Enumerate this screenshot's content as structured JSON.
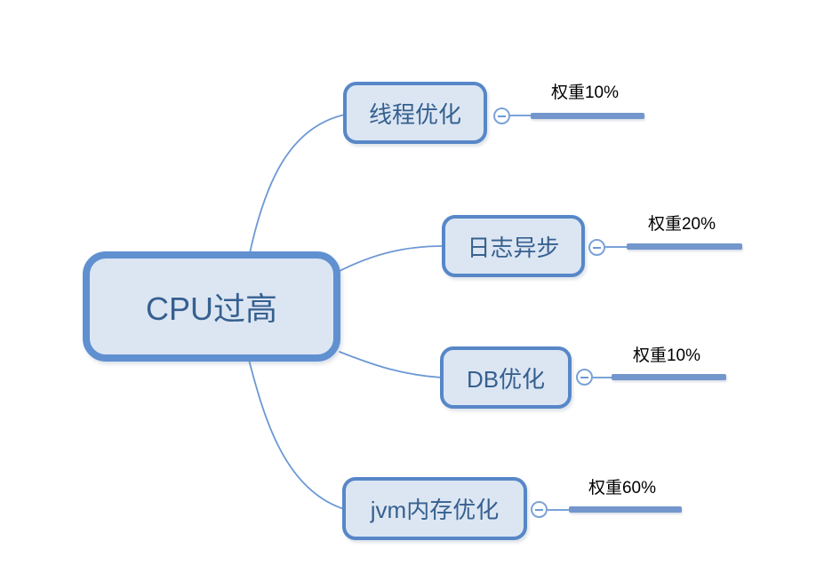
{
  "map": {
    "root": {
      "label": "CPU过高"
    },
    "children": [
      {
        "label": "线程优化",
        "weight": "权重10%"
      },
      {
        "label": "日志异步",
        "weight": "权重20%"
      },
      {
        "label": "DB优化",
        "weight": "权重10%"
      },
      {
        "label": "jvm内存优化",
        "weight": "权重60%"
      }
    ]
  },
  "icons": {
    "collapse_button": "minus-icon"
  },
  "colors": {
    "background": "#ffffff",
    "topic_fill": "#dce6f3",
    "root_border": "#6090d0",
    "child_border": "#5787c7",
    "topic_text": "#36608f",
    "branch_line": "#6d99d4",
    "weight_bar": "#7396cc",
    "weight_text": "#000000"
  }
}
